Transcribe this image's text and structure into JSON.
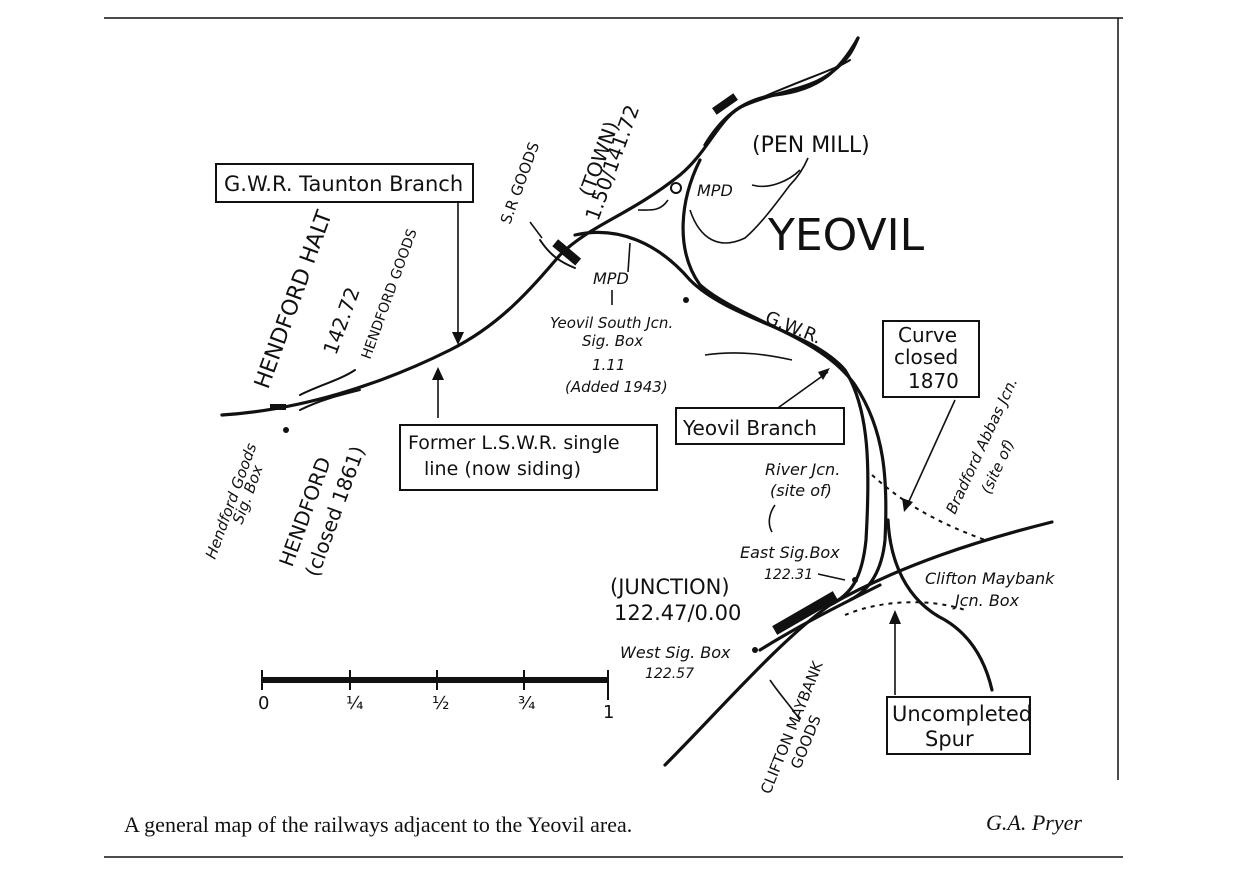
{
  "title": "YEOVIL",
  "labels": {
    "pen_mill": "(PEN MILL)",
    "town": "(TOWN)",
    "town_mileage": "1.50/141.72",
    "sr_goods": "S.R GOODS",
    "mpd_1": "MPD",
    "mpd_2": "MPD",
    "gwr_taunton": "G.W.R. Taunton Branch",
    "hendford_halt": "HENDFORD HALT",
    "hendford_halt_mileage": "142.72",
    "hendford_goods": "HENDFORD GOODS",
    "yeovil_south_1": "Yeovil South Jcn.",
    "yeovil_south_2": "Sig. Box",
    "yeovil_south_3": "1.11",
    "yeovil_south_4": "(Added 1943)",
    "gwr": "G.W.R.",
    "curve_closed_1": "Curve",
    "curve_closed_2": "closed",
    "curve_closed_3": "1870",
    "former_lswr_1": "Former  L.S.W.R. single",
    "former_lswr_2": "line   (now siding)",
    "yeovil_branch": "Yeovil Branch",
    "river_jcn_1": "River Jcn.",
    "river_jcn_2": "(site of)",
    "bradford_abbas_1": "Bradford Abbas Jcn.",
    "bradford_abbas_2": "(site of)",
    "hendford_goods_box_1": "Hendford Goods",
    "hendford_goods_box_2": "Sig. Box",
    "hendford_1": "HENDFORD",
    "hendford_2": "(closed 1861)",
    "east_sig_1": "East Sig.Box",
    "east_sig_2": "122.31",
    "junction_1": "(JUNCTION)",
    "junction_2": "122.47/0.00",
    "clifton_box_1": "Clifton Maybank",
    "clifton_box_2": "Jcn. Box",
    "west_sig_1": "West Sig. Box",
    "west_sig_2": "122.57",
    "clifton_goods_1": "CLIFTON MAYBANK",
    "clifton_goods_2": "GOODS",
    "uncompleted_1": "Uncompleted",
    "uncompleted_2": "Spur"
  },
  "scale": {
    "ticks": [
      "0",
      "¼",
      "½",
      "¾",
      "1"
    ]
  },
  "caption": "A general map of the railways adjacent to the Yeovil area.",
  "credit": "G.A. Pryer"
}
